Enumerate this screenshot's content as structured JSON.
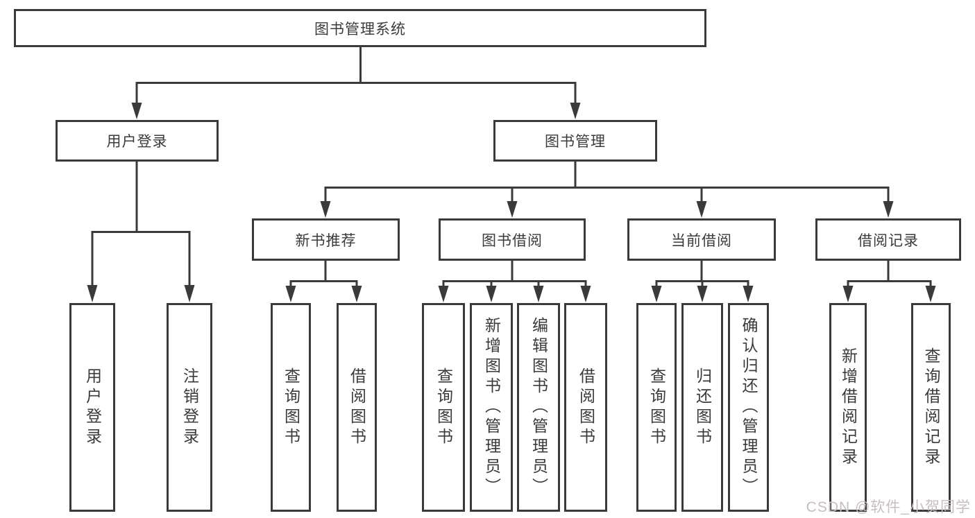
{
  "colors": {
    "line": "#3a3a3a",
    "box_border": "#3a3a3a",
    "text": "#3a3a3a",
    "background": "#ffffff",
    "watermark": "#c9bcbc"
  },
  "tree": {
    "root": {
      "label": "图书管理系统"
    },
    "branches": [
      {
        "label": "用户登录",
        "children": [
          {
            "label": "用户登录"
          },
          {
            "label": "注销登录"
          }
        ]
      },
      {
        "label": "图书管理",
        "groups": [
          {
            "label": "新书推荐",
            "children": [
              {
                "label": "查询图书"
              },
              {
                "label": "借阅图书"
              }
            ]
          },
          {
            "label": "图书借阅",
            "children": [
              {
                "label": "查询图书"
              },
              {
                "label": "新增图书（管理员）"
              },
              {
                "label": "编辑图书（管理员）"
              },
              {
                "label": "借阅图书"
              }
            ]
          },
          {
            "label": "当前借阅",
            "children": [
              {
                "label": "查询图书"
              },
              {
                "label": "归还图书"
              },
              {
                "label": "确认归还（管理员）"
              }
            ]
          },
          {
            "label": "借阅记录",
            "children": [
              {
                "label": "新增借阅记录"
              },
              {
                "label": "查询借阅记录"
              }
            ]
          }
        ]
      }
    ]
  },
  "watermark": {
    "text": "CSDN @软件_小贺同学"
  }
}
